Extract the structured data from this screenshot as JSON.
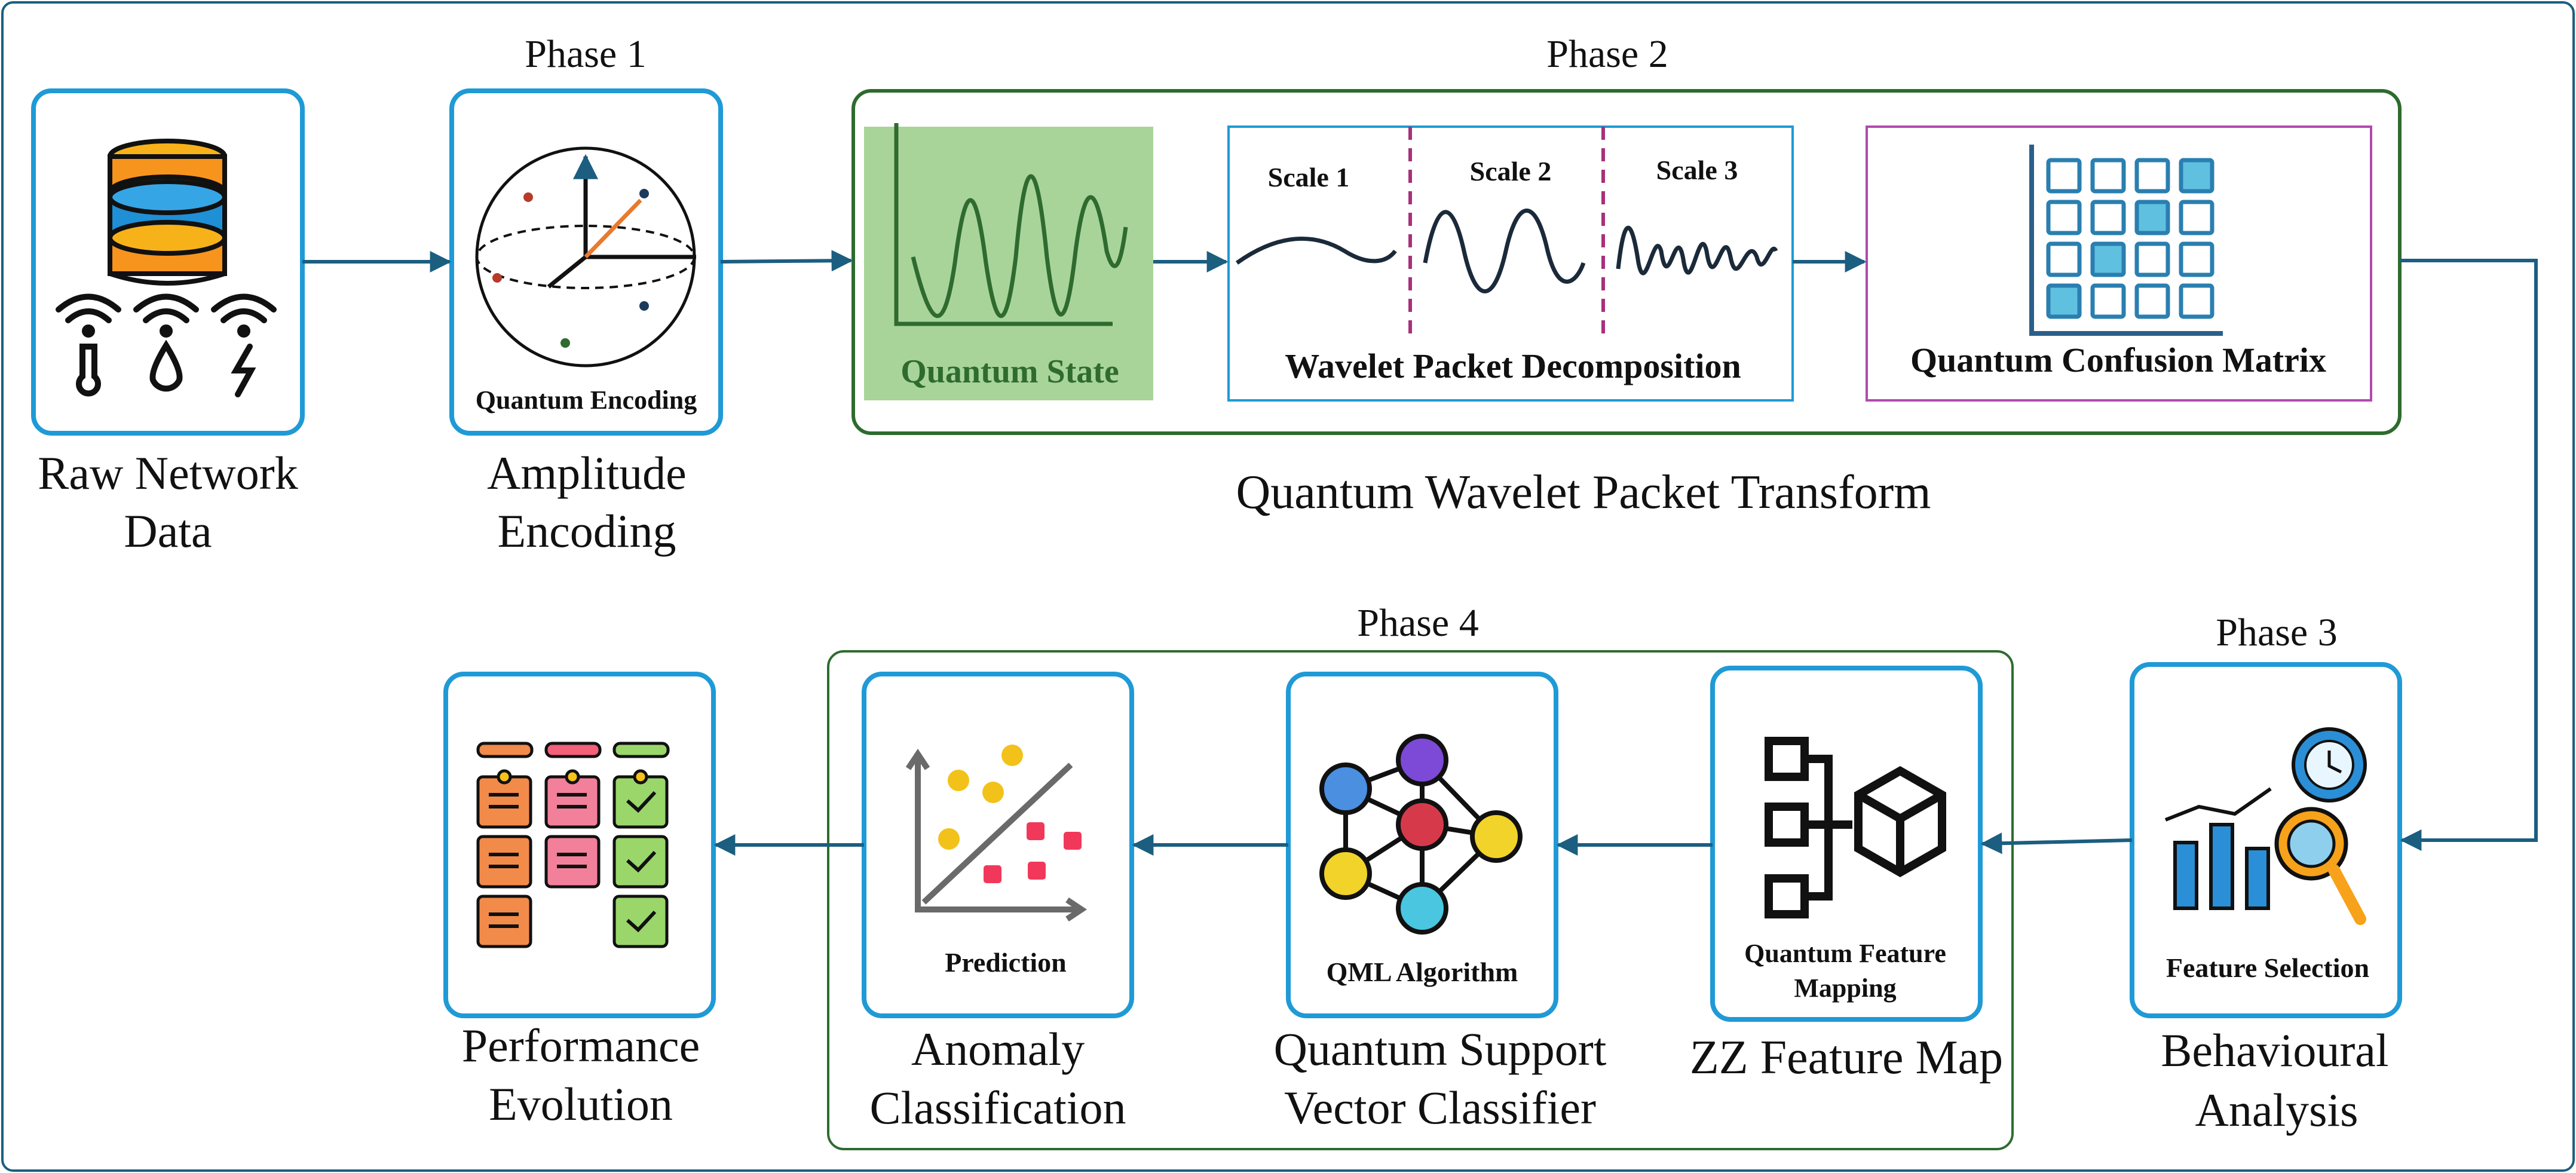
{
  "phases": {
    "p1": "Phase 1",
    "p2": "Phase 2",
    "p3": "Phase 3",
    "p4": "Phase 4"
  },
  "nodes": {
    "raw": {
      "line1": "Raw Network",
      "line2": "Data"
    },
    "amp": {
      "line1": "Amplitude",
      "line2": "Encoding",
      "inner": "Quantum Encoding"
    },
    "qstate": {
      "inner": "Quantum State"
    },
    "wpd": {
      "inner": "Wavelet Packet Decomposition",
      "scales": [
        "Scale 1",
        "Scale 2",
        "Scale 3"
      ]
    },
    "qcm": {
      "inner": "Quantum Confusion Matrix"
    },
    "qwpt": {
      "caption": "Quantum Wavelet Packet Transform"
    },
    "beh": {
      "line1": "Behavioural",
      "line2": "Analysis",
      "inner": "Feature Selection"
    },
    "zz": {
      "line1": "ZZ Feature Map",
      "inner1": "Quantum Feature",
      "inner2": "Mapping"
    },
    "qsvc": {
      "line1": "Quantum Support",
      "line2": "Vector Classifier",
      "inner": "QML Algorithm"
    },
    "anom": {
      "line1": "Anomaly",
      "line2": "Classification",
      "inner": "Prediction"
    },
    "perf": {
      "line1": "Performance",
      "line2": "Evolution"
    }
  },
  "colors": {
    "box_border": "#1f9ad6",
    "arrow": "#1b5e80",
    "phase2_border": "#2e6b2e",
    "phase4_border": "#2e6b2e",
    "quantum_state_fill": "#a8d49a",
    "wave_green": "#2f6b2f",
    "matrix_border": "#b04ab0",
    "matrix_cell": "#2a7fb0",
    "matrix_cell_fill": "#5fc0e0"
  }
}
